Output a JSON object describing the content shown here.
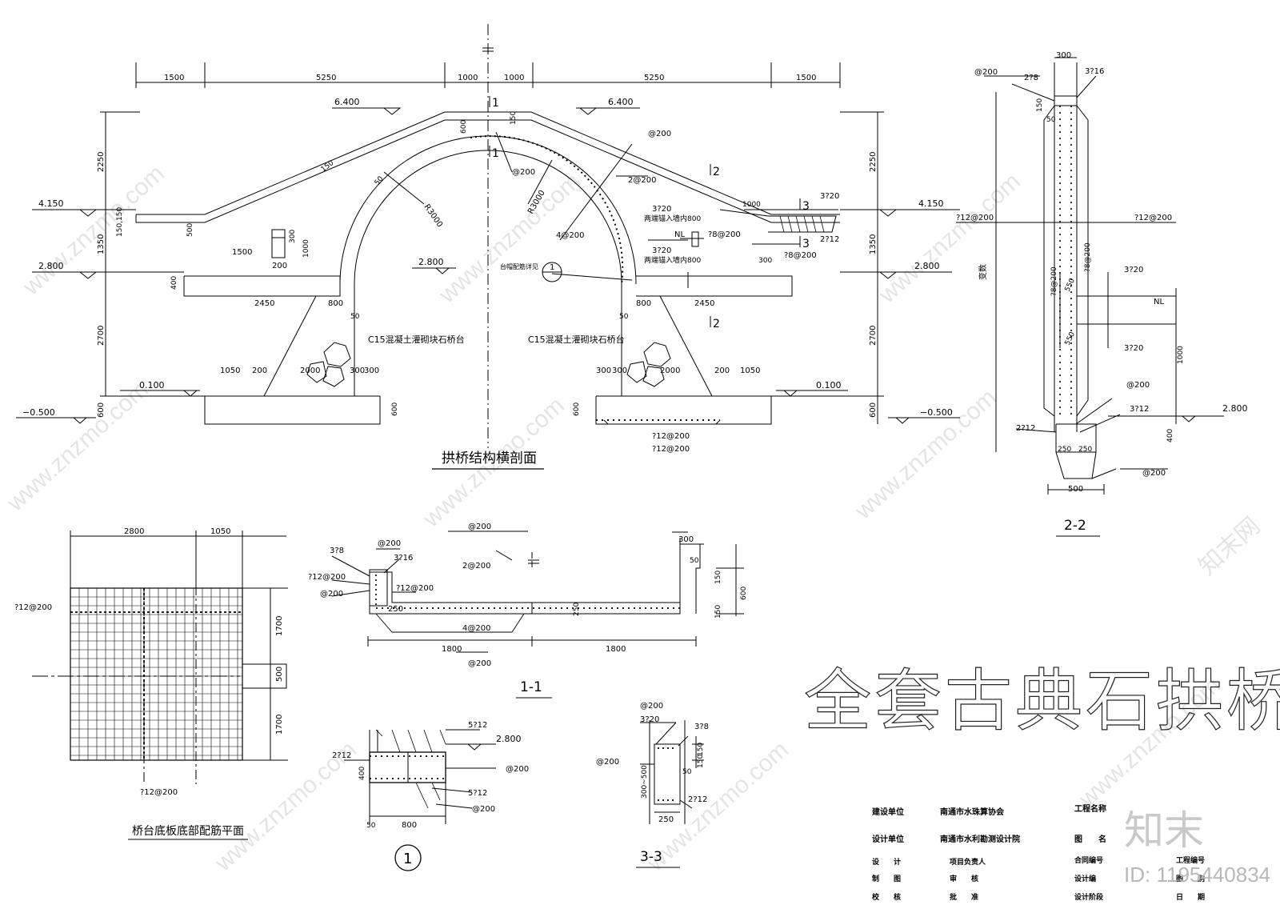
{
  "main_view": {
    "title": "拱桥结构横剖面",
    "dims_top": [
      "1500",
      "5250",
      "1000",
      "1000",
      "5250",
      "1500"
    ],
    "elev_deck_l": "6.400",
    "elev_deck_r": "6.400",
    "elev_4150_l": "4.150",
    "elev_4150_r": "4.150",
    "elev_2800_l": "2.800",
    "elev_2800_c": "2.800",
    "elev_2800_r": "2.800",
    "elev_0100_l": "0.100",
    "elev_0100_r": "0.100",
    "elev_m0500_l": "−0.500",
    "elev_m0500_r": "−0.500",
    "dim_2250_l": "2250",
    "dim_2250_r": "2250",
    "dim_1350_l": "1350",
    "dim_1350_r": "1350",
    "dim_2700_l": "2700",
    "dim_2700_r": "2700",
    "dim_600_l": "600",
    "dim_600_r": "600",
    "dim_150_l": "150,150",
    "dim_1500_mid": "1500",
    "dim_200": "200",
    "dim_300": "300",
    "dim_1000": "1000",
    "dim_2450_l": "2450",
    "dim_2450_r": "2450",
    "dim_800_l": "800",
    "dim_800_r": "800",
    "dim_50_l": "50",
    "dim_50_r": "50",
    "dim_400": "400",
    "dim_500": "500",
    "dim_600_crown": "600",
    "dim_150_crown": "150",
    "radius_l": "R3000",
    "radius_r": "R3000",
    "rebar_200_a": "@200",
    "rebar_200_b": "@200",
    "rebar_2_200": "2@200",
    "rebar_4_200": "4@200",
    "rebar_3_20_a": "3?20",
    "rebar_3_20_b": "3?20",
    "rebar_3_20_c": "3?20",
    "rebar_8_200": "?8@200",
    "rebar_8_200b": "?8@200",
    "rebar_2_12": "2?12",
    "anchor_note_1": "两端锚入墙内800",
    "anchor_note_2": "两端锚入墙内800",
    "nl": "NL",
    "rebar_ref": "台帽配筋详见",
    "ref_num": "1",
    "sec_1": "1",
    "sec_2": "2",
    "sec_3": "3",
    "c15_l": "C15混凝土灌砌块石桥台",
    "c15_r": "C15混凝土灌砌块石桥台",
    "base_l": [
      "1050",
      "200",
      "2000",
      "300",
      "300"
    ],
    "base_r": [
      "300",
      "300",
      "2000",
      "200",
      "1050"
    ],
    "rebar_12_200_a": "?12@200",
    "rebar_12_200_b": "?12@200",
    "dim_1000_r": "1000",
    "dim_300_r": "300",
    "dim_150_arc": "150"
  },
  "section_2_2": {
    "title": "2-2",
    "dim_300": "300",
    "r_200": "@200",
    "r_2_8": "2?8",
    "r_3_16": "3?16",
    "dim_150": "150",
    "dim_50": "50",
    "r_12_200_l": "?12@200",
    "r_12_200_r": "?12@200",
    "label_v": "变数",
    "r_8_200_a": "?8@200",
    "r_8_200_b": "?8@200",
    "dim_550_a": "550",
    "dim_550_b": "550",
    "r_3_20_a": "3?20",
    "r_3_20_b": "3?20",
    "nl": "NL",
    "dim_1000": "1000",
    "r_200_b": "@200",
    "r_3_12": "3?12",
    "elev": "2.800",
    "r_2_12": "2?12",
    "dim_400": "400",
    "dim_250_a": "250",
    "dim_250_b": "250",
    "r_200_c": "@200",
    "dim_500": "500"
  },
  "plan": {
    "title": "桥台底板底部配筋平面",
    "dim_2800": "2800",
    "dim_1050": "1050",
    "dim_1700_a": "1700",
    "dim_500": "500",
    "dim_1700_b": "1700",
    "r_12_200_l": "?12@200",
    "r_12_200_b": "?12@200"
  },
  "section_1_1": {
    "title": "1-1",
    "r_3_8": "3?8",
    "r_200_a": "@200",
    "r_3_16": "3?16",
    "r_12_200_a": "?12@200",
    "r_12_200_b": "?12@200",
    "r_200_b": "@200",
    "dim_250": "250",
    "r_200_top": "@200",
    "r_2_200": "2@200",
    "r_4_200": "4@200",
    "dim_250_m": "250",
    "dim_300": "300",
    "dim_50": "50",
    "dim_150_a": "150",
    "dim_150_b": "150",
    "dim_600": "600",
    "dim_1800_a": "1800",
    "dim_1800_b": "1800",
    "r_200_bot": "@200"
  },
  "detail_1": {
    "ref": "1",
    "r_5_12_a": "5?12",
    "elev": "2.800",
    "r_2_12": "2?12",
    "r_200": "@200",
    "dim_400": "400",
    "r_5_12_b": "5?12",
    "r_200_b": "@200",
    "dim_50": "50",
    "dim_800": "800"
  },
  "section_3_3": {
    "title": "3-3",
    "r_200_a": "@200",
    "r_3_20": "3?20",
    "r_3_8": "3?8",
    "dim_150_a": "150",
    "dim_150_b": "150",
    "r_200_b": "@200",
    "dim_50": "50",
    "dim_h": "300~500",
    "r_2_12": "2?12",
    "dim_250": "250"
  },
  "big_title": "全套古典石拱桥",
  "title_block": {
    "build_unit_label": "建设单位",
    "build_unit": "南通市水珠算协会",
    "project_label": "工程名称",
    "design_unit_label": "设计单位",
    "design_unit": "南通市水利勘测设计院",
    "drawing_label": "图　　名",
    "design": "设　　计",
    "project_lead": "项目负责人",
    "contract_no": "合同编号",
    "project_no": "工程编号",
    "draw": "制　　图",
    "review": "审　　核",
    "design_no": "设计编",
    "scale": "图　　别",
    "check": "校　　核",
    "approve": "批　　准",
    "stage": "设计阶段",
    "date": "日　　期"
  },
  "watermark": {
    "text": "www.znzmo.com",
    "brand": "知末网",
    "logo": "知末",
    "id": "ID: 1195440834"
  }
}
